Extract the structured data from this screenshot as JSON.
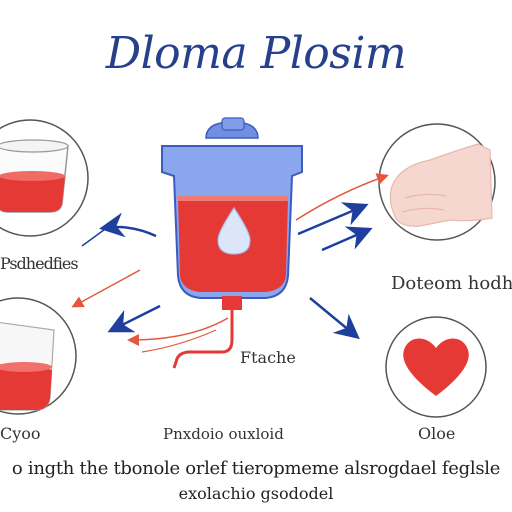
{
  "title": "Dloma Plosim",
  "labels": {
    "left_top": "Psdhedfies",
    "right_top": "Doteom hodh",
    "center": "Ftache",
    "left_bottom": "Cyoo",
    "center_bottom": "Pnxdoio ouxloid",
    "right_bottom": "Oloe"
  },
  "caption": {
    "line1": "o ingth the tbonole orlef tieropmeme alsrogdael feglsle",
    "line2": "exolachio gsododel"
  },
  "colors": {
    "title": "#27408b",
    "blood": "#e53935",
    "bag": "#5c7fd6",
    "arrow_blue": "#1f3f9e",
    "arrow_red": "#e4573c",
    "heart": "#e53935",
    "skin": "#f6d7cf"
  }
}
